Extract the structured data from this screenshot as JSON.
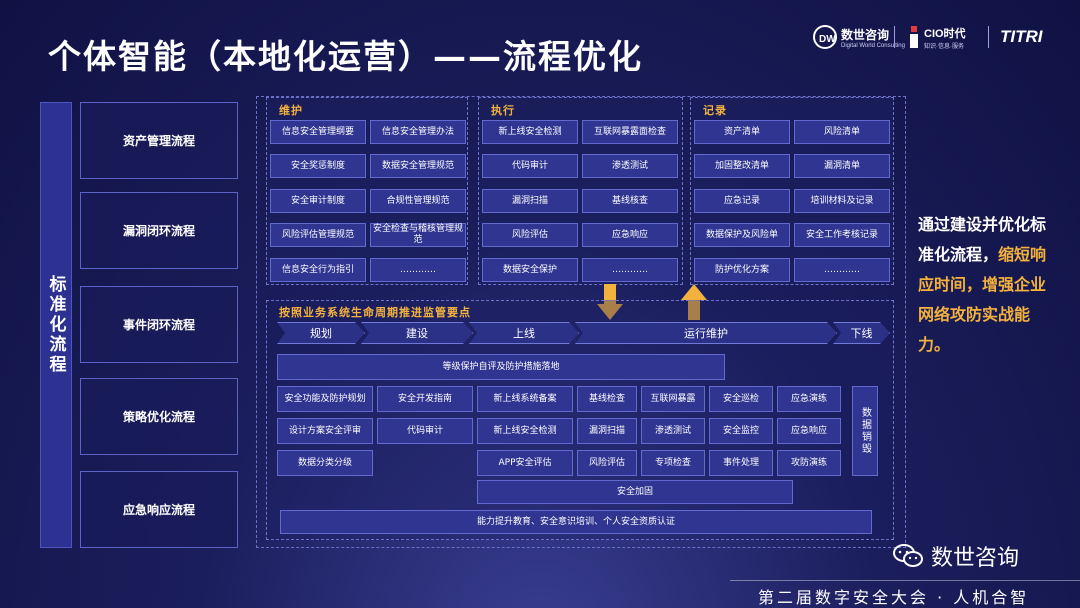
{
  "title": "个体智能（本地化运营）——流程优化",
  "logos": {
    "dw_name": "数世咨询",
    "dw_sub": "Digital World Consulting",
    "cio_name": "CIO时代",
    "cio_sub": "知识·信息·服务",
    "titri_name": "TITRI"
  },
  "left_bar": "标准化流程",
  "left_items": [
    "资产管理流程",
    "漏洞闭环流程",
    "事件闭环流程",
    "策略优化流程",
    "应急响应流程"
  ],
  "panels": {
    "maintain": {
      "title": "维护",
      "cells": [
        "信息安全管理纲要",
        "信息安全管理办法",
        "安全奖惩制度",
        "数据安全管理规范",
        "安全审计制度",
        "合规性管理规范",
        "风险评估管理规范",
        "安全检查与稽核管理规范",
        "信息安全行为指引",
        "…………"
      ]
    },
    "execute": {
      "title": "执行",
      "cells": [
        "新上线安全检测",
        "互联网暴露面检查",
        "代码审计",
        "渗透测试",
        "漏洞扫描",
        "基线核查",
        "风险评估",
        "应急响应",
        "数据安全保护",
        "…………"
      ]
    },
    "record": {
      "title": "记录",
      "cells": [
        "资产清单",
        "风险清单",
        "加固整改清单",
        "漏洞清单",
        "应急记录",
        "培训材料及记录",
        "数据保护及风险单",
        "安全工作考核记录",
        "防护优化方案",
        "…………"
      ]
    }
  },
  "lifecycle": {
    "title": "按照业务系统生命周期推进监管要点",
    "phases": [
      "规划",
      "建设",
      "上线",
      "运行维护",
      "下线"
    ],
    "row0": "等级保护自评及防护措施落地",
    "plan_cells": [
      "安全功能及防护规划",
      "设计方案安全评审",
      "数据分类分级"
    ],
    "build_cells": [
      "安全开发指南",
      "代码审计"
    ],
    "online_cells": [
      "新上线系统备案",
      "新上线安全检测",
      "APP安全评估"
    ],
    "ops_cells": [
      "基线检查",
      "互联网暴露",
      "安全巡检",
      "应急演练",
      "漏洞扫描",
      "渗透测试",
      "安全监控",
      "应急响应",
      "风险评估",
      "专项检查",
      "事件处理",
      "攻防演练"
    ],
    "ops_bottom": "安全加固",
    "offline": "数据销毁",
    "bottom": "能力提升教育、安全意识培训、个人安全资质认证"
  },
  "right_text": {
    "line1": "通过建设并优化标准化流程，",
    "highlight": "缩短响应时间，增强企业网络攻防实战能力。"
  },
  "wechat_name": "数世咨询",
  "footer": "第二届数字安全大会 · 人机合智",
  "colors": {
    "accent": "#f3b13d",
    "cell": "#2f3591",
    "background": "#161a52"
  }
}
